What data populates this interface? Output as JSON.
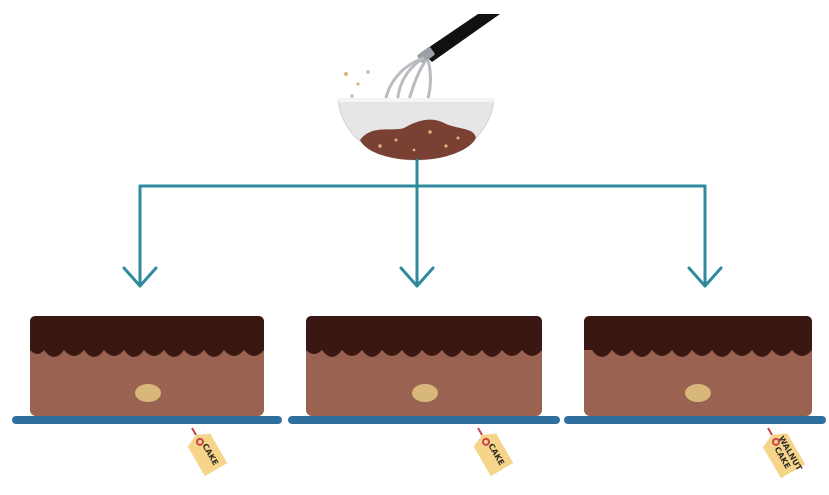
{
  "colors": {
    "arrow": "#2f8a9e",
    "plate": "#2f6f9e",
    "cake_top": "#3b1714",
    "cake_body": "#9a6250",
    "walnut": "#d8b77a",
    "tag": "#f6d58b",
    "tag_ring": "#c9444d",
    "bowl": "#e8e8e8",
    "batter": "#7a4034",
    "whisk_handle": "#111111",
    "sprinkle": "#d9b47c"
  },
  "icons": {
    "mixing": "whisk-in-bowl-icon",
    "cake": "layer-cake-icon",
    "tag": "price-tag-icon"
  },
  "cakes": [
    {
      "tag_lines": [
        "CAKE"
      ]
    },
    {
      "tag_lines": [
        "CAKE"
      ]
    },
    {
      "tag_lines": [
        "WALNUT",
        "CAKE"
      ]
    }
  ]
}
